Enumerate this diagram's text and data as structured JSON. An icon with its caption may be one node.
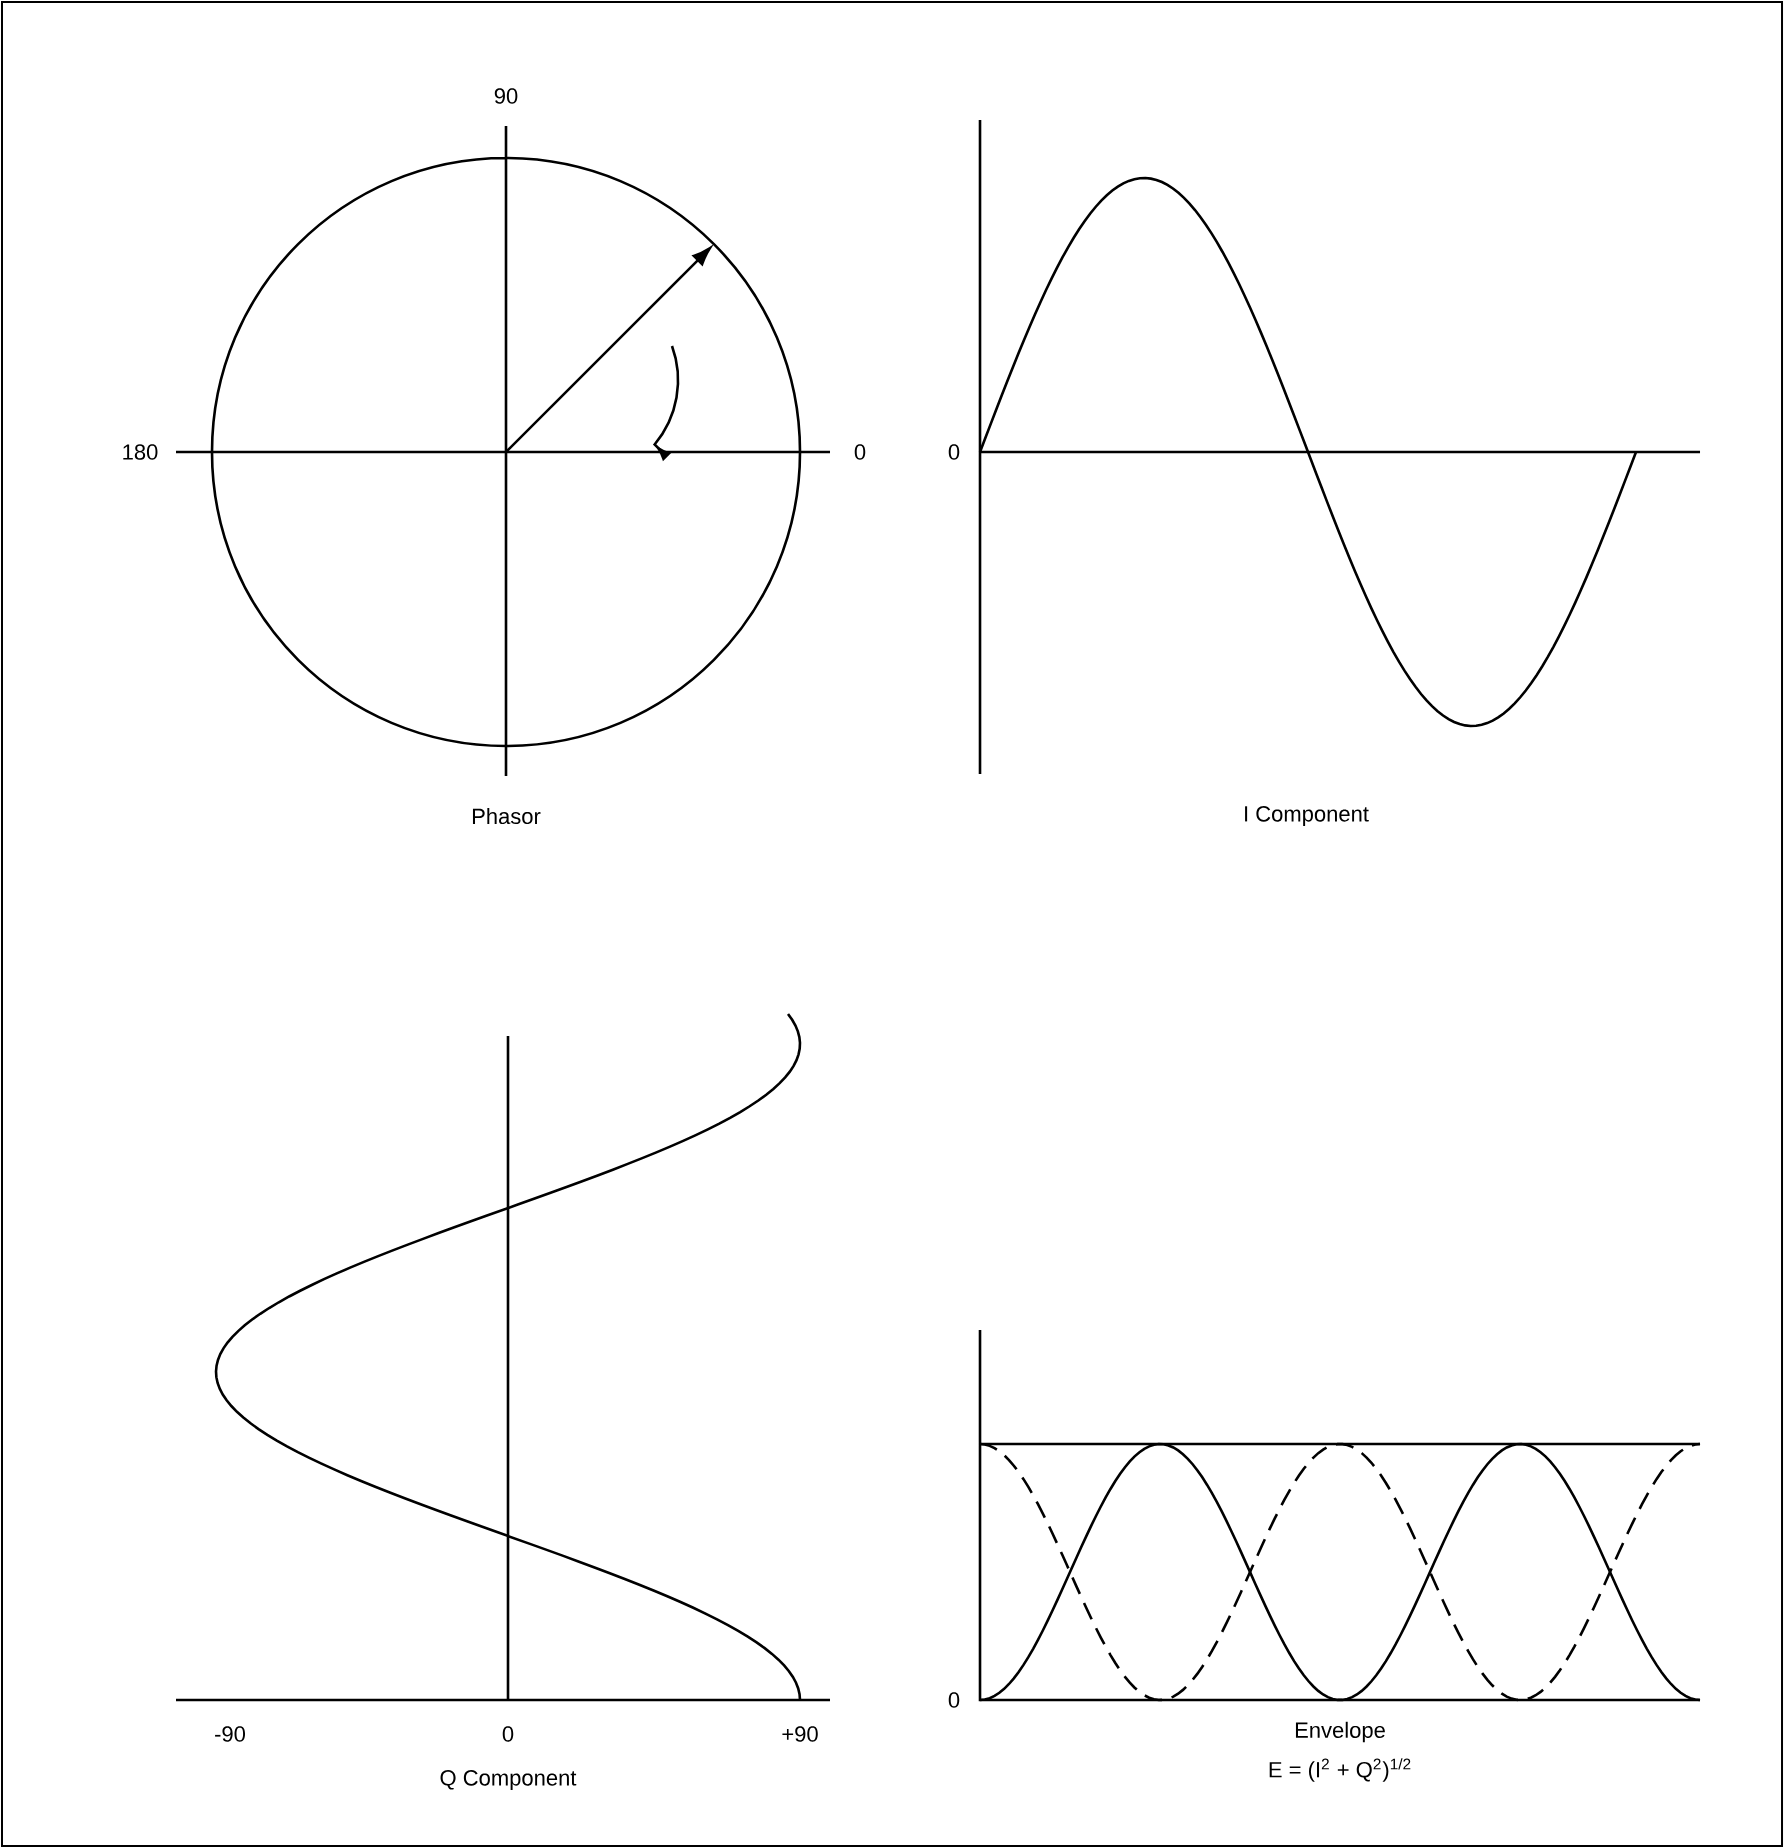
{
  "diagram": {
    "labels": [
      "90",
      "180",
      "0",
      "0",
      "Phasor",
      "I Component",
      "-90",
      "0",
      "+90",
      "Q Component",
      "0",
      "Envelope",
      "E = (I$^{2}$ + Q$^{2}$)$^{1/2}$"
    ]
  }
}
